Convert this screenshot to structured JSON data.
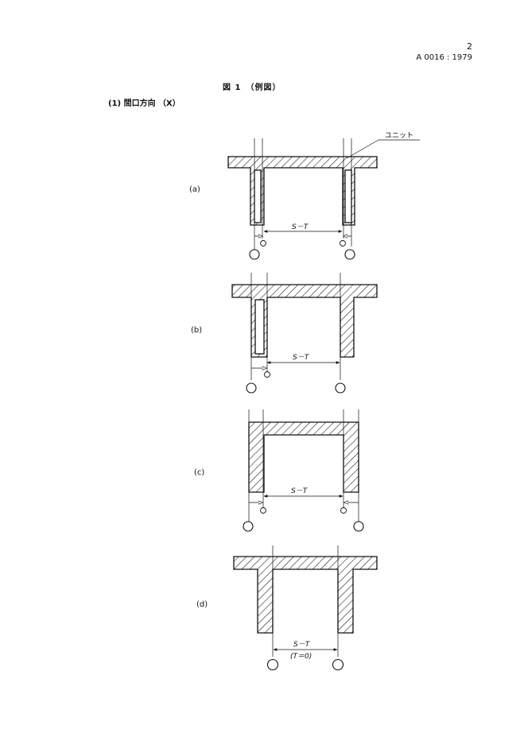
{
  "header": {
    "page_number": "2",
    "doc_code": "A 0016 : 1979"
  },
  "figure": {
    "title": "図 1　（例図）",
    "section": "(1)  間口方向  （X）",
    "unit_label": "ユニット",
    "dimension_label": "S－T",
    "t_zero_label": "(T＝0)",
    "case_labels": [
      "(a)",
      "(b)",
      "(c)",
      "(d)"
    ]
  }
}
